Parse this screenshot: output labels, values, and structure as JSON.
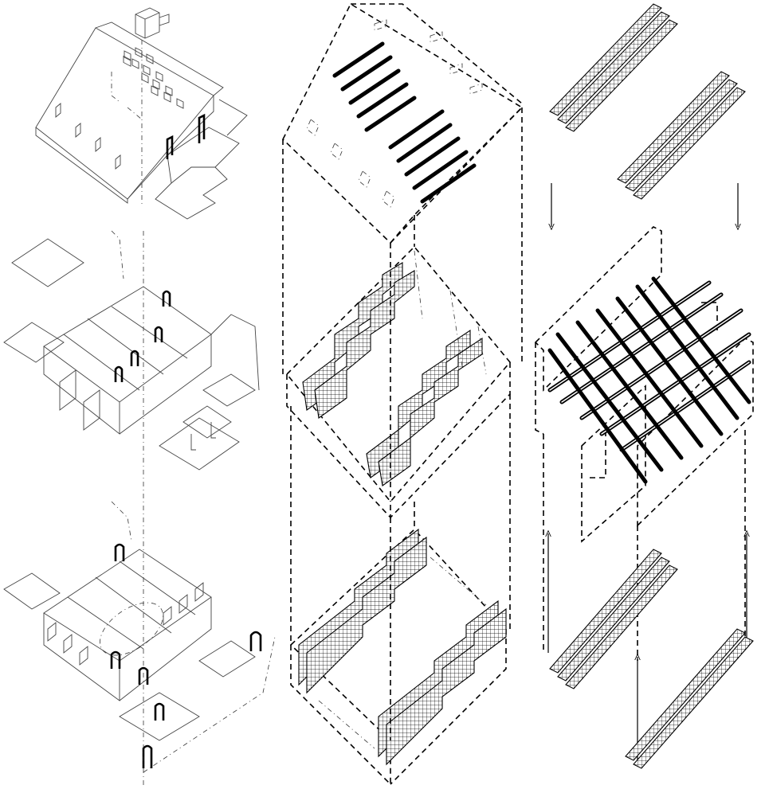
{
  "figure": {
    "kind": "exploded axonometric drawing",
    "colors": {
      "line": "#000000",
      "background": "#ffffff"
    },
    "columns": [
      {
        "id": "building-layers",
        "layers": [
          "roof",
          "upper-floor",
          "ground-floor"
        ]
      },
      {
        "id": "panel-layers",
        "layers": [
          "roof-panels",
          "upper-floor-panels",
          "ground-floor-panels"
        ]
      },
      {
        "id": "assembly",
        "layers": [
          "upper-panel-stacks",
          "frame-grid",
          "lower-panel-stacks"
        ]
      }
    ],
    "arrows": [
      "down-arrow",
      "down-arrow",
      "up-arrow",
      "up-arrow",
      "up-arrow"
    ]
  }
}
